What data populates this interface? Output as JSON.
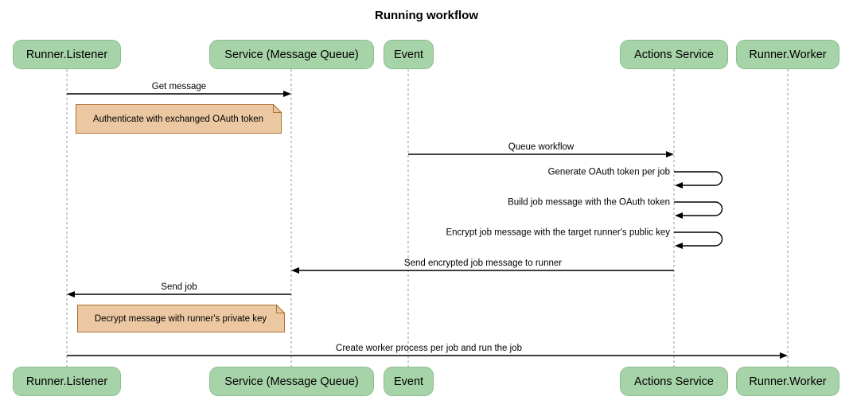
{
  "title": "Running workflow",
  "participants": [
    {
      "name": "Runner.Listener"
    },
    {
      "name": "Service (Message Queue)"
    },
    {
      "name": "Event"
    },
    {
      "name": "Actions Service"
    },
    {
      "name": "Runner.Worker"
    }
  ],
  "sequence": [
    {
      "type": "message",
      "from": "Runner.Listener",
      "to": "Service (Message Queue)",
      "label": "Get message"
    },
    {
      "type": "note",
      "over": "Runner.Listener",
      "label": "Authenticate with exchanged OAuth token"
    },
    {
      "type": "message",
      "from": "Event",
      "to": "Actions Service",
      "label": "Queue workflow"
    },
    {
      "type": "self-message",
      "participant": "Actions Service",
      "label": "Generate OAuth token per job"
    },
    {
      "type": "self-message",
      "participant": "Actions Service",
      "label": "Build job message with the OAuth token"
    },
    {
      "type": "self-message",
      "participant": "Actions Service",
      "label": "Encrypt job message with the target runner's public key"
    },
    {
      "type": "message",
      "from": "Actions Service",
      "to": "Service (Message Queue)",
      "label": "Send encrypted job message to runner"
    },
    {
      "type": "message",
      "from": "Service (Message Queue)",
      "to": "Runner.Listener",
      "label": "Send job"
    },
    {
      "type": "note",
      "over": "Runner.Listener",
      "label": "Decrypt message with runner's private key"
    },
    {
      "type": "message",
      "from": "Runner.Listener",
      "to": "Runner.Worker",
      "label": "Create worker process per job and run the job"
    }
  ],
  "colors": {
    "actor_fill": "#a7d3a9",
    "actor_border": "#8abd8e",
    "note_fill": "#ecc8a2",
    "note_border": "#aa7232",
    "lifeline": "#9a9a9a",
    "arrow": "#000000"
  }
}
